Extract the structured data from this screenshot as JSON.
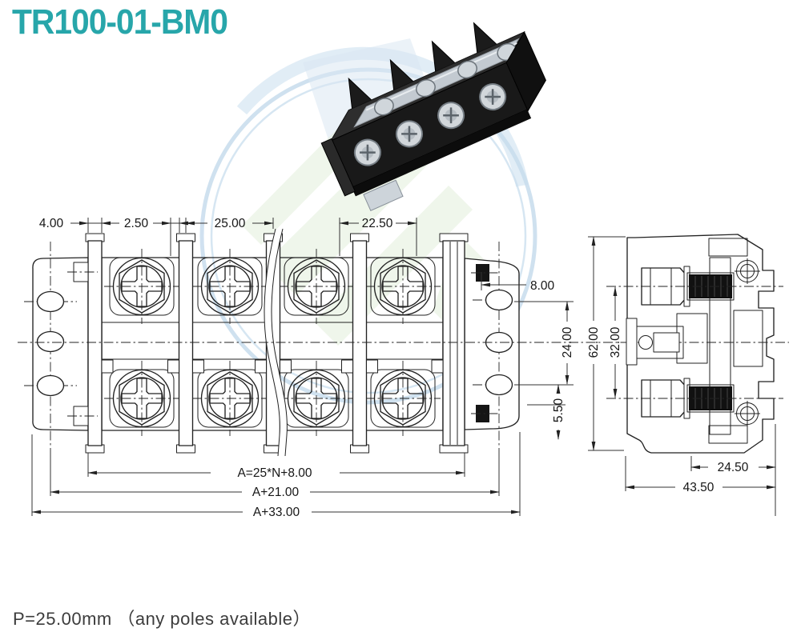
{
  "title": "TR100-01-BM0",
  "footer_note": "P=25.00mm （any poles available）",
  "accent_color": "#27a6aa",
  "watermark_logo": "circular-brand-watermark",
  "front_view": {
    "dims_top": {
      "d1": "4.00",
      "d2": "2.50",
      "d3": "25.00",
      "d4": "22.50"
    },
    "dims_right": {
      "d1": "8.00",
      "d2": "24.00",
      "d3": "5.50"
    },
    "dims_bottom": {
      "d1": "A=25*N+8.00",
      "d2": "A+21.00",
      "d3": "A+33.00"
    }
  },
  "side_view": {
    "dims": {
      "height": "62.00",
      "screw_span": "32.00",
      "inner_width": "24.50",
      "overall_width": "43.50"
    }
  }
}
